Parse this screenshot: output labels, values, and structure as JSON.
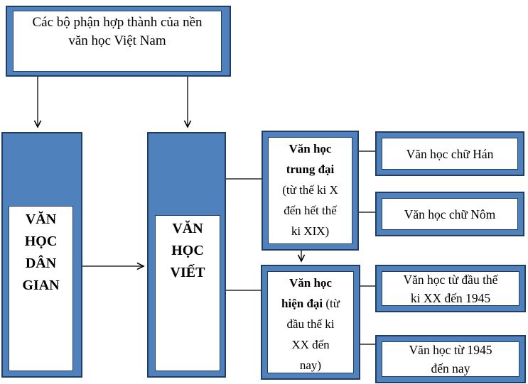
{
  "diagram": {
    "title_box": {
      "lines": [
        "Các bộ phận hợp thành của nền",
        "văn học Việt Nam"
      ]
    },
    "folk_box": {
      "lines": [
        "VĂN",
        "HỌC",
        "DÂN",
        "GIAN"
      ]
    },
    "written_box": {
      "lines": [
        "VĂN",
        "HỌC",
        "VIẾT"
      ]
    },
    "medieval_box": {
      "lines": [
        [
          {
            "text": "Văn học",
            "bold": true
          }
        ],
        [
          {
            "text": "trung đại",
            "bold": true
          }
        ],
        [
          "(từ thế ki X"
        ],
        [
          "đến hết thế"
        ],
        [
          "ki XIX)"
        ]
      ]
    },
    "modern_box": {
      "lines": [
        [
          {
            "text": "Văn học",
            "bold": true
          }
        ],
        [
          {
            "text": "hiện đại",
            "bold": true
          },
          {
            "text": " (từ"
          }
        ],
        [
          "đầu thế ki"
        ],
        [
          "XX đến"
        ],
        [
          "nay)"
        ]
      ]
    },
    "han_box": {
      "lines": [
        "Văn học chữ Hán"
      ]
    },
    "nom_box": {
      "lines": [
        "Văn học chữ Nôm"
      ]
    },
    "early_modern_box": {
      "lines": [
        "Văn học từ đầu thế",
        "ki XX đến 1945"
      ]
    },
    "post1945_box": {
      "lines": [
        "Văn học từ 1945",
        "đến nay"
      ]
    },
    "edges": [
      {
        "from": "title-box",
        "to": "folk-box",
        "arrow": true
      },
      {
        "from": "title-box",
        "to": "written-box",
        "arrow": true
      },
      {
        "from": "folk-box",
        "to": "written-box",
        "arrow": true
      },
      {
        "from": "written-box",
        "to": "medieval-box",
        "arrow": false
      },
      {
        "from": "written-box",
        "to": "modern-box",
        "arrow": false
      },
      {
        "from": "medieval-box",
        "to": "modern-box",
        "arrow": true
      },
      {
        "from": "medieval-box",
        "to": "han-box",
        "arrow": false
      },
      {
        "from": "medieval-box",
        "to": "nom-box",
        "arrow": false
      },
      {
        "from": "modern-box",
        "to": "early-modern-box",
        "arrow": false
      },
      {
        "from": "modern-box",
        "to": "post1945-box",
        "arrow": false
      }
    ]
  },
  "colors": {
    "frame_fill": "#4f81bd",
    "frame_border": "#223d5f",
    "connector": "#000000",
    "page_bg": "#ffffff"
  }
}
